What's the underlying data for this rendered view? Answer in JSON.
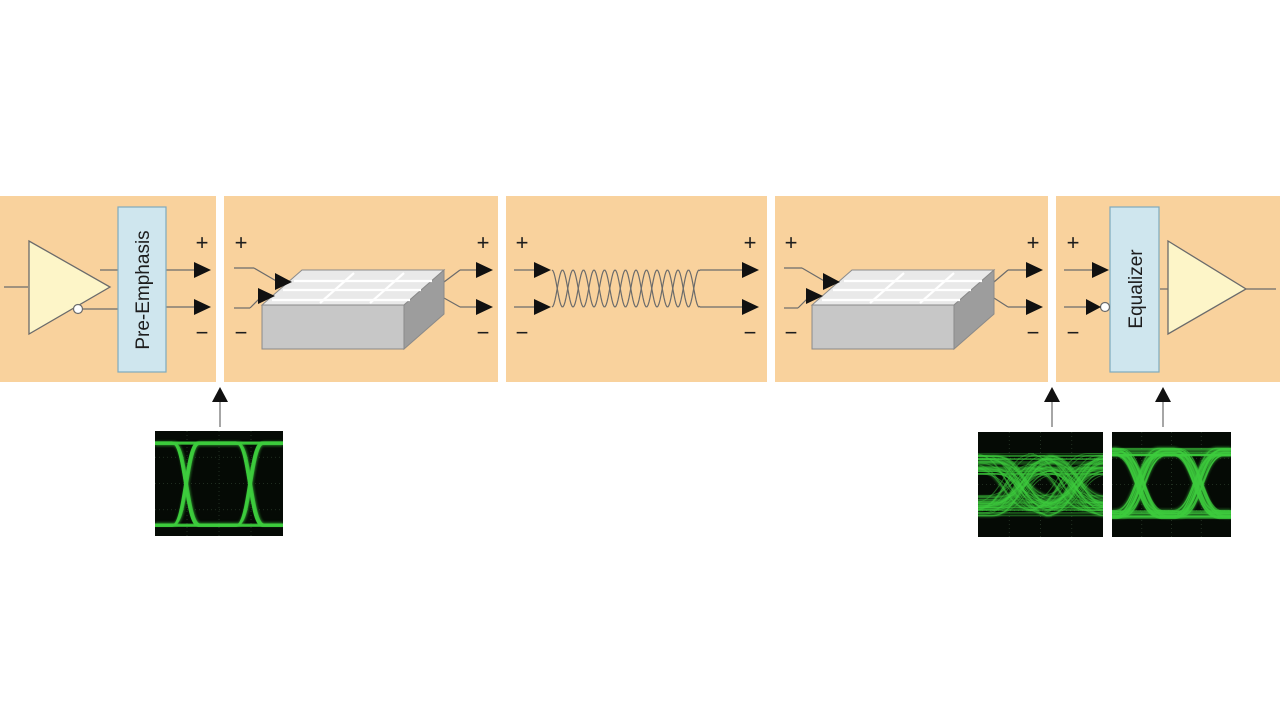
{
  "blocks": {
    "pre_emphasis": {
      "label": "Pre-Emphasis"
    },
    "equalizer": {
      "label": "Equalizer"
    }
  },
  "polarity": {
    "plus": "+",
    "minus": "−"
  },
  "colors": {
    "panel": "#f9d29d",
    "amplifier_fill": "#fdf5c8",
    "block_fill": "#cfe6ee",
    "block_border": "#7fa9bc",
    "connector_front": "#c7c7c7",
    "connector_side": "#9d9d9d",
    "connector_top": "#e9e9e9",
    "eye_background": "#050a05",
    "eye_trace": "#3dcc3d"
  },
  "eye_diagrams": [
    {
      "id": "transmit-output",
      "quality": "open"
    },
    {
      "id": "channel-output",
      "quality": "closed"
    },
    {
      "id": "equalized-output",
      "quality": "reopened"
    }
  ]
}
